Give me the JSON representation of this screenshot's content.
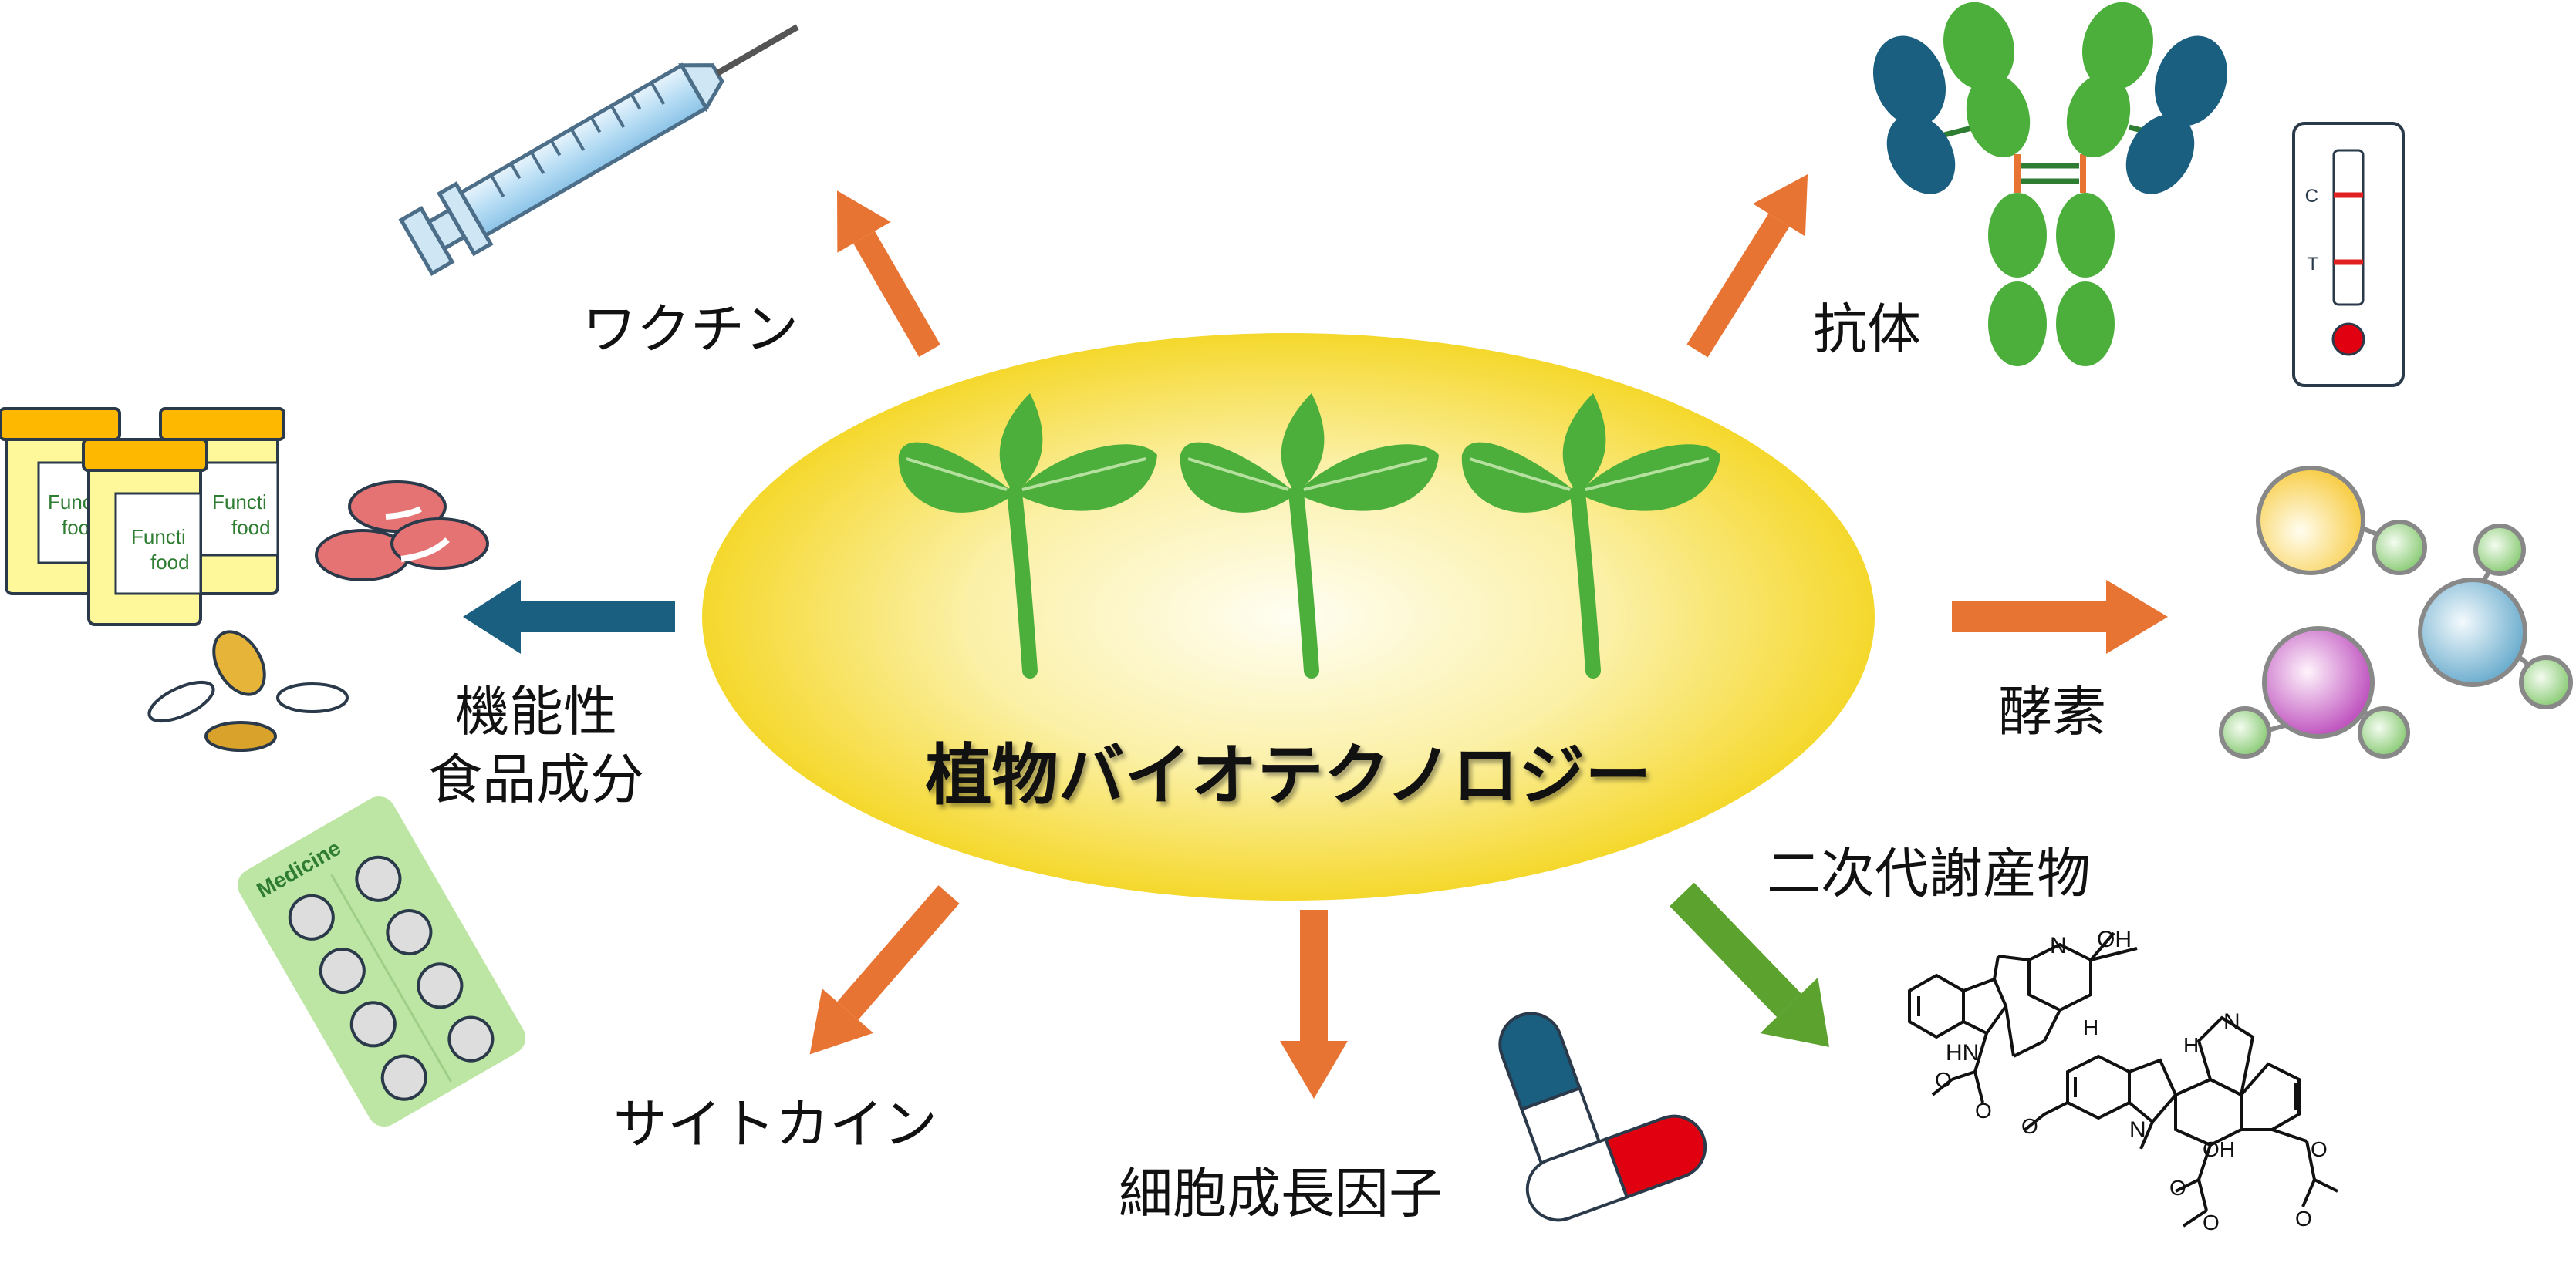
{
  "center": {
    "title": "植物バイオテクノロジー"
  },
  "labels": {
    "vaccine": "ワクチン",
    "antibody": "抗体",
    "functional_food": "機能性\n食品成分",
    "enzyme": "酵素",
    "secondary_metabolites": "二次代謝産物",
    "cytokine": "サイトカイン",
    "growth_factor": "細胞成長因子"
  },
  "illustration_text": {
    "bottle_label_1": "Functi\nfood",
    "bottle_label_2": "Functi\nfood",
    "bottle_label_3": "Functi\nfood",
    "blister_label": "Medicine",
    "test_strip_c": "C",
    "test_strip_t": "T",
    "molecule_oh_top": "OH",
    "molecule_n1": "N",
    "molecule_n2": "N",
    "molecule_hn": "HN",
    "molecule_h1": "H",
    "molecule_h2": "H",
    "molecule_n3": "N",
    "molecule_oh_bottom": "OH",
    "molecule_o1": "O",
    "molecule_o2": "O",
    "molecule_o3": "O",
    "molecule_o4": "O",
    "molecule_o5": "O",
    "molecule_o6": "O",
    "molecule_o7": "O"
  },
  "colors": {
    "orange_arrow": "#E87434",
    "blue_arrow": "#1A5E80",
    "green_arrow": "#5BA22E",
    "ellipse_center": "#FFFDE8",
    "ellipse_edge": "#F7DD3C",
    "leaf": "#4CAF3C",
    "leaf_light": "#B6E09E"
  }
}
